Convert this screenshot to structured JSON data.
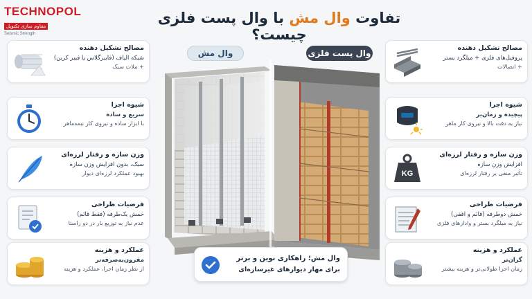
{
  "logo": {
    "name": "TECHNOPOL",
    "subtitle": "مقاوم سازی تکنوپل",
    "tagline": "Seismic Strength"
  },
  "title": {
    "before": "تفاوت",
    "accent": "وال مش",
    "after": "با وال پست فلزی چیست؟"
  },
  "headers": {
    "mesh": "وال مش",
    "post": "وال پست فلزی"
  },
  "mesh_cards": [
    {
      "title": "مصالح تشکیل دهنده",
      "line1": "شبکه الیاف (فایبرگلاس یا فیبر کربن)",
      "line2": "+ ملات سبک",
      "icon": "mesh-roll-icon"
    },
    {
      "title": "شیوه اجرا",
      "line1": "سریع و ساده",
      "line2": "با ابزار ساده و نیروی کار نیمه‌ماهر",
      "icon": "stopwatch-icon"
    },
    {
      "title": "وزن سازه و رفتار لرزه‌ای",
      "line1": "سبک، بدون افزایش وزن سازه",
      "line2": "بهبود عملکرد لرزه‌ای دیوار",
      "icon": "feather-icon"
    },
    {
      "title": "فرضیات طراحی",
      "line1": "خمش یک‌طرفه (فقط قائم)",
      "line2": "عدم نیاز به توزیع بار در دو راستا",
      "icon": "document-check-icon"
    },
    {
      "title": "عملکرد و هزینه",
      "line1": "مقرون‌به‌صرفه‌تر",
      "line2": "از نظر زمان اجرا، عملکرد و هزینه",
      "icon": "gold-coins-icon"
    }
  ],
  "post_cards": [
    {
      "title": "مصالح تشکیل دهنده",
      "line1": "پروفیل‌های فلزی + میلگرد بستر",
      "line2": "+ اتصالات",
      "icon": "steel-profile-icon"
    },
    {
      "title": "شیوه اجرا",
      "line1": "پیچیده و زمان‌بر",
      "line2": "نیاز به دقت بالا و نیروی کار ماهر",
      "icon": "welder-icon"
    },
    {
      "title": "وزن سازه و رفتار لرزه‌ای",
      "line1": "افزایش وزن سازه",
      "line2": "تأثیر منفی بر رفتار لرزه‌ای",
      "icon": "kg-weight-icon",
      "icon_text": "KG"
    },
    {
      "title": "فرضیات طراحی",
      "line1": "خمش دوطرفه (قائم و افقی)",
      "line2": "نیاز به میلگرد بستر و وادارهای فلزی",
      "icon": "blueprint-icon"
    },
    {
      "title": "عملکرد و هزینه",
      "line1": "گران‌تر",
      "line2": "زمان اجرا طولانی‌تر و هزینه بیشتر",
      "icon": "silver-coins-icon"
    }
  ],
  "banner": {
    "line1": "وال مش؛ راهکاری نوین و برتر",
    "line2": "برای مهار دیوارهای غیرسازه‌ای",
    "icon": "check-badge-icon"
  },
  "colors": {
    "brand_red": "#d01d25",
    "accent_orange": "#e07a1c",
    "dark_text": "#1d2a3a",
    "check_blue": "#2f6fcf"
  }
}
